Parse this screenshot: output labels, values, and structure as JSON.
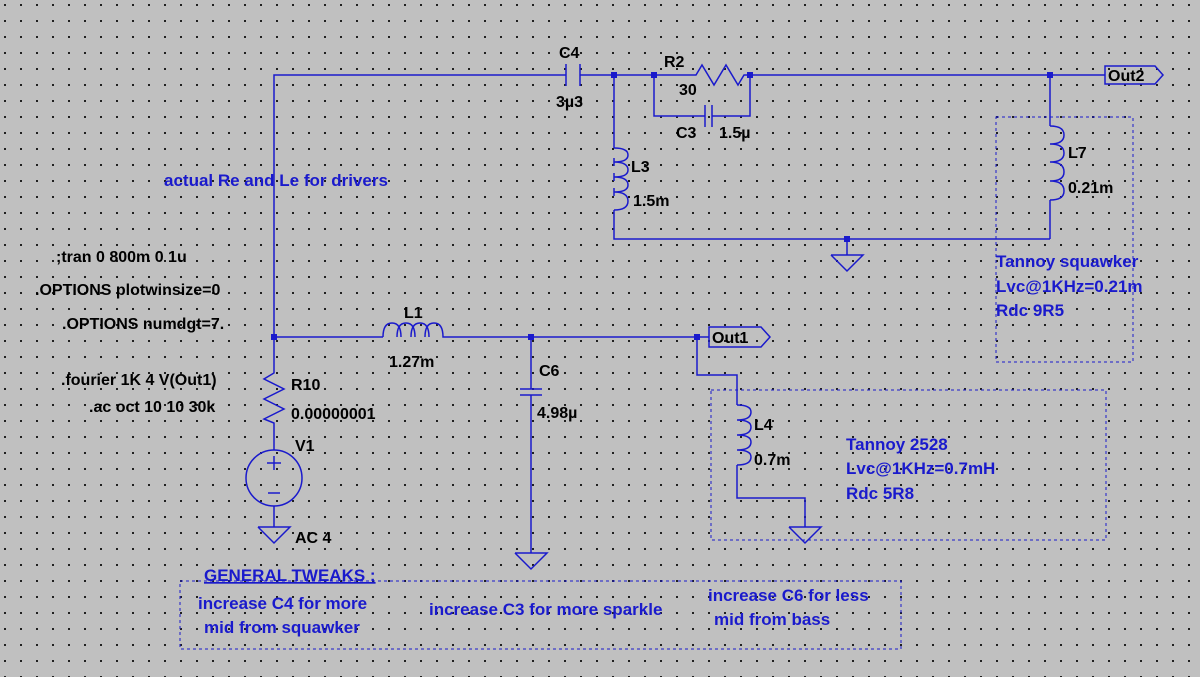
{
  "colors": {
    "background": "#c0c0c0",
    "wire": "#1a1acc",
    "text": "#000000",
    "note": "#1a1acc"
  },
  "directives": {
    "tran": ";tran 0 800m 0 1u",
    "options_plot": ".OPTIONS plotwinsize=0",
    "options_numdgt": ".OPTIONS numdgt=7.",
    "fourier": ".fourier 1K 4 V(Out1)",
    "ac": ".ac oct 10 10 30k"
  },
  "components": {
    "C4": {
      "name": "C4",
      "value": "3µ3"
    },
    "R2": {
      "name": "R2",
      "value": "30"
    },
    "C3": {
      "name": "C3",
      "value": "1.5µ"
    },
    "L3": {
      "name": "L3",
      "value": "1.5m"
    },
    "L7": {
      "name": "L7",
      "value": "0.21m"
    },
    "L1": {
      "name": "L1",
      "value": "1.27m"
    },
    "C6": {
      "name": "C6",
      "value": "4.98µ"
    },
    "L4": {
      "name": "L4",
      "value": "0.7m"
    },
    "R10": {
      "name": "R10",
      "value": "0.00000001"
    },
    "V1": {
      "name": "V1",
      "value": "AC 4"
    }
  },
  "ports": {
    "out1": "Out1",
    "out2": "Out2"
  },
  "notes": {
    "actual": "actual Re and Le for drivers",
    "squawker": [
      "Tannoy squawker",
      "Lvc@1KHz=0.21m",
      "Rdc 9R5"
    ],
    "bass": [
      "Tannoy 2528",
      "Lvc@1KHz=0.7mH",
      "Rdc 5R8"
    ],
    "tweaks_title": "GENERAL TWEAKS :",
    "tweak_c4": [
      "increase C4 for more",
      "mid from squawker"
    ],
    "tweak_c3": "increase C3 for more sparkle",
    "tweak_c6": [
      "increase C6 for less",
      "mid from bass"
    ]
  },
  "icons": {
    "ground": "ground-icon",
    "voltage_source": "voltage-source-icon"
  }
}
